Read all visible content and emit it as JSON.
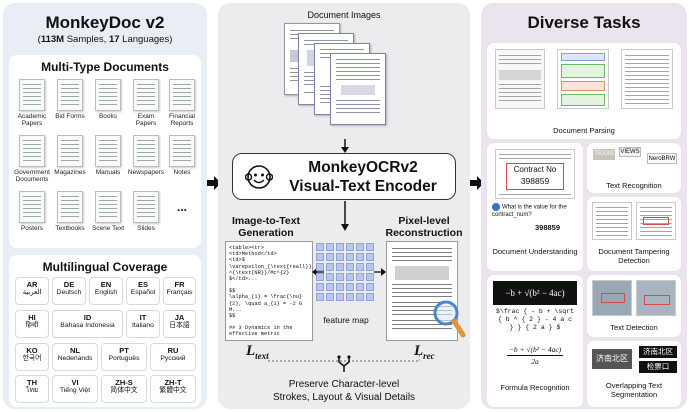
{
  "left": {
    "title": "MonkeyDoc v2",
    "subtitle_open": "(",
    "subtitle_samples_num": "113M",
    "subtitle_samples_word": " Samples, ",
    "subtitle_lang_num": "17",
    "subtitle_lang_word": " Languages)",
    "docs_title": "Multi-Type Documents",
    "doc_types": [
      "Academic Papers",
      "Bid Forms",
      "Books",
      "Exam Papers",
      "Financial Reports",
      "Government Documents",
      "Magazines",
      "Manuals",
      "Newspapers",
      "Notes",
      "Posters",
      "Textbooks",
      "Scene Text",
      "Slides",
      "..."
    ],
    "lang_title": "Multilingual Coverage",
    "languages": [
      {
        "code": "AR",
        "name": "العربية"
      },
      {
        "code": "DE",
        "name": "Deutsch"
      },
      {
        "code": "EN",
        "name": "English"
      },
      {
        "code": "ES",
        "name": "Español"
      },
      {
        "code": "FR",
        "name": "Français"
      },
      {
        "code": "HI",
        "name": "हिन्दी"
      },
      {
        "code": "ID",
        "name": "Bahasa Indonesia"
      },
      {
        "code": "IT",
        "name": "Italiano"
      },
      {
        "code": "JA",
        "name": "日本語"
      },
      {
        "code": "KO",
        "name": "한국어"
      },
      {
        "code": "NL",
        "name": "Nederlands"
      },
      {
        "code": "PT",
        "name": "Português"
      },
      {
        "code": "RU",
        "name": "Русский"
      },
      {
        "code": "TH",
        "name": "ไทย"
      },
      {
        "code": "VI",
        "name": "Tiếng Việt"
      },
      {
        "code": "ZH-S",
        "name": "简体中文"
      },
      {
        "code": "ZH-T",
        "name": "繁體中文"
      }
    ]
  },
  "middle": {
    "doc_images_label": "Document Images",
    "encoder_name": "MonkeyOCRv2",
    "encoder_sub": "Visual-Text Encoder",
    "i2t_title_1": "Image-to-Text",
    "i2t_title_2": "Generation",
    "pix_title_1": "Pixel-level",
    "pix_title_2": "Reconstruction",
    "text_output_lines": [
      "<table><tr><td>Method</td>",
      "<td>$ \\varepsilon_{\\text{reall}}",
      "^{\\text{NR}}/Mc^{2} $</td>...",
      "",
      "$$",
      "\\alpha_{1} = \\frac{\\nu}",
      "{2}, \\quad a_{1} = -2 G",
      "M...",
      "$$",
      "",
      "## 3 Dynamics in the",
      "effective metric",
      "..."
    ],
    "feature_map_label": "feature map",
    "loss_text_main": "L",
    "loss_text_sub": "text",
    "loss_rec_main": "L",
    "loss_rec_sub": "rec",
    "preserve_line1": "Preserve Character-level",
    "preserve_line2": "Strokes, Layout & Visual Details"
  },
  "right": {
    "title": "Diverse Tasks",
    "tasks": {
      "parsing": "Document Parsing",
      "recognition": "Text Recognition",
      "understanding": "Document Understanding",
      "tampering": "Document Tampering Detection",
      "detection": "Text Detection",
      "formula": "Formula Recognition",
      "segmentation": "Overlapping Text Segmentation"
    },
    "contract_text": "Contract No",
    "contract_number": "398859",
    "question_text": "What is the value for the contract_num?",
    "answer_text": "398859",
    "formula_latex": "$\\frac { - b + \\sqrt { b ^ { 2 } - 4 a c } } { 2 a } $",
    "formula_top": "−b + √(b² − 4ac)",
    "formula_bottom": "2a",
    "seg_left": "济南北区",
    "seg_right_1": "济南北区",
    "seg_right_2": "检票口",
    "recog_words": [
      "VIEWS",
      "NeroBRW",
      "TEXAS"
    ]
  },
  "colors": {
    "left_bg": "#e8edf6",
    "mid_bg": "#ececee",
    "right_bg": "#ebe4ee",
    "arrow": "#111111"
  }
}
